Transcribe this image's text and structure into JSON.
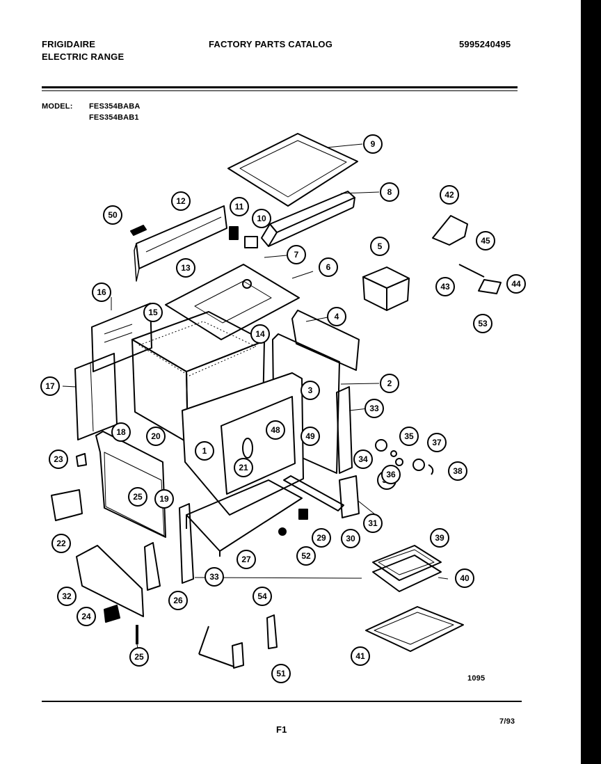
{
  "header": {
    "brand": "FRIGIDAIRE",
    "product": "ELECTRIC RANGE",
    "catalog_title": "FACTORY PARTS CATALOG",
    "catalog_number": "5995240495",
    "model_label": "MODEL:",
    "models": [
      "FES354BABA",
      "FES354BAB1"
    ]
  },
  "callouts": [
    "1",
    "2",
    "3",
    "4",
    "5",
    "6",
    "7",
    "8",
    "9",
    "10",
    "11",
    "12",
    "13",
    "14",
    "15",
    "16",
    "17",
    "18",
    "19",
    "20",
    "21",
    "22",
    "23",
    "24",
    "25",
    "25",
    "26",
    "27",
    "29",
    "30",
    "31",
    "32",
    "32",
    "33",
    "33",
    "34",
    "35",
    "36",
    "37",
    "38",
    "39",
    "40",
    "41",
    "42",
    "43",
    "44",
    "45",
    "48",
    "49",
    "50",
    "51",
    "52",
    "53",
    "54"
  ],
  "footer": {
    "drawing_code": "1095",
    "page": "F1",
    "date": "7/93"
  }
}
